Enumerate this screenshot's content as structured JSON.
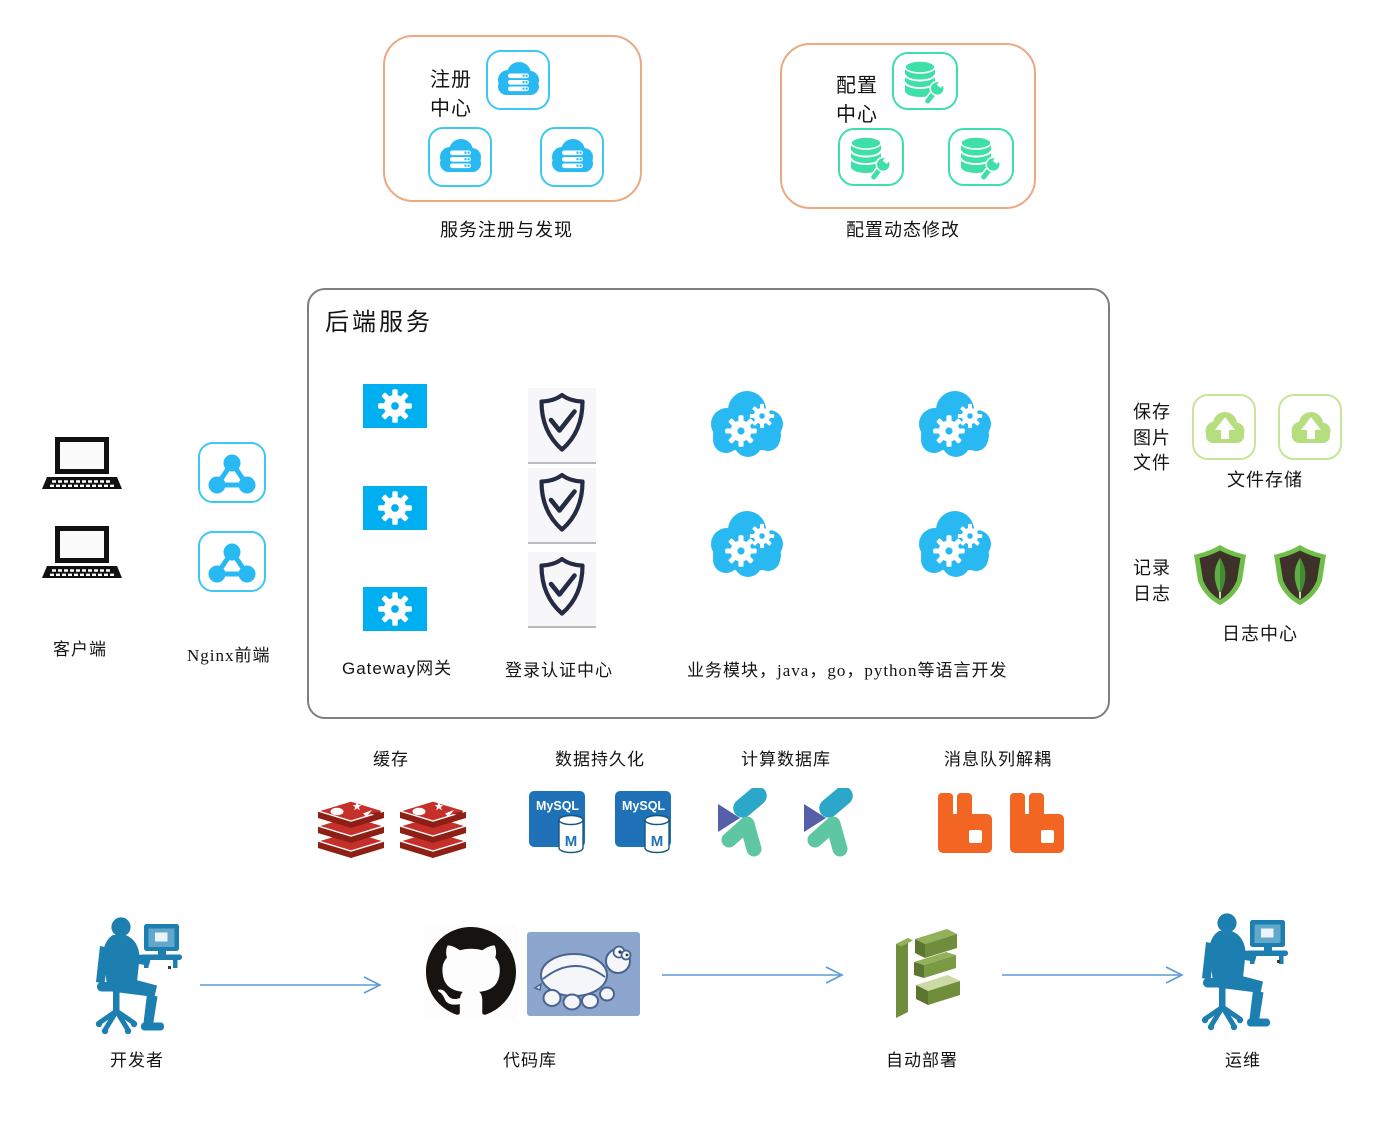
{
  "registry": {
    "title_lines": [
      "注册",
      "中心"
    ],
    "caption": "服务注册与发现"
  },
  "config": {
    "title_lines": [
      "配置",
      "中心"
    ],
    "caption": "配置动态修改"
  },
  "backend": {
    "title": "后端服务",
    "gateway_label": "Gateway网关",
    "auth_label": "登录认证中心",
    "business_label": "业务模块，java，go，python等语言开发"
  },
  "left": {
    "client_label": "客户端",
    "nginx_label": "Nginx前端"
  },
  "right": {
    "save_note_lines": [
      "保存",
      "图片",
      "文件"
    ],
    "file_caption": "文件存储",
    "log_note_lines": [
      "记录",
      "日志"
    ],
    "log_caption": "日志中心"
  },
  "services": {
    "cache_label": "缓存",
    "persistence_label": "数据持久化",
    "compute_label": "计算数据库",
    "mq_label": "消息队列解耦",
    "mysql_text": "MySQL",
    "mysql_m": "M"
  },
  "pipeline": {
    "developer_label": "开发者",
    "repo_label": "代码库",
    "deploy_label": "自动部署",
    "ops_label": "运维"
  },
  "colors": {
    "peach_border": "#EBA984",
    "icon_blue": "#29B9F2",
    "blue_border": "#3EC6F4",
    "mint_green": "#3FE0A8",
    "backend_border": "#7F7F7F",
    "gateway_blue": "#00AFEF",
    "shield_navy": "#262B45",
    "redis_red": "#C6302B",
    "mysql_blue": "#1F72B8",
    "rabbit_orange": "#F26522",
    "person_blue": "#1C7FB0",
    "arrow_blue": "#5B9BD5",
    "mongo_green": "#6FBF4A",
    "mongo_dark": "#3E3129",
    "file_green": "#B5DE7F",
    "beanstalk_green": "#708D3C",
    "tortoise_bg": "#8CA6CE"
  },
  "icons": {
    "registry-node-icon": "cloud-server",
    "config-node-icon": "database-wrench",
    "gateway-icon": "gear-tile",
    "auth-icon": "shield-check",
    "business-icon": "cloud-gears",
    "client-icon": "laptop",
    "nginx-icon": "node-triangle",
    "file-storage-icon": "cloud-upload",
    "log-icon": "mongodb-leaf-shield",
    "cache-icon": "redis-stack",
    "db-icon": "mysql-cylinder",
    "compute-icon": "pinwheel-database",
    "mq-icon": "rabbitmq",
    "developer-icon": "person-at-computer",
    "repo-icon-github": "github-octocat",
    "repo-icon-svn": "tortoise-svn",
    "deploy-icon": "beanstalk-3d-e",
    "ops-icon": "person-at-computer",
    "arrow-icon": "right-arrow"
  }
}
